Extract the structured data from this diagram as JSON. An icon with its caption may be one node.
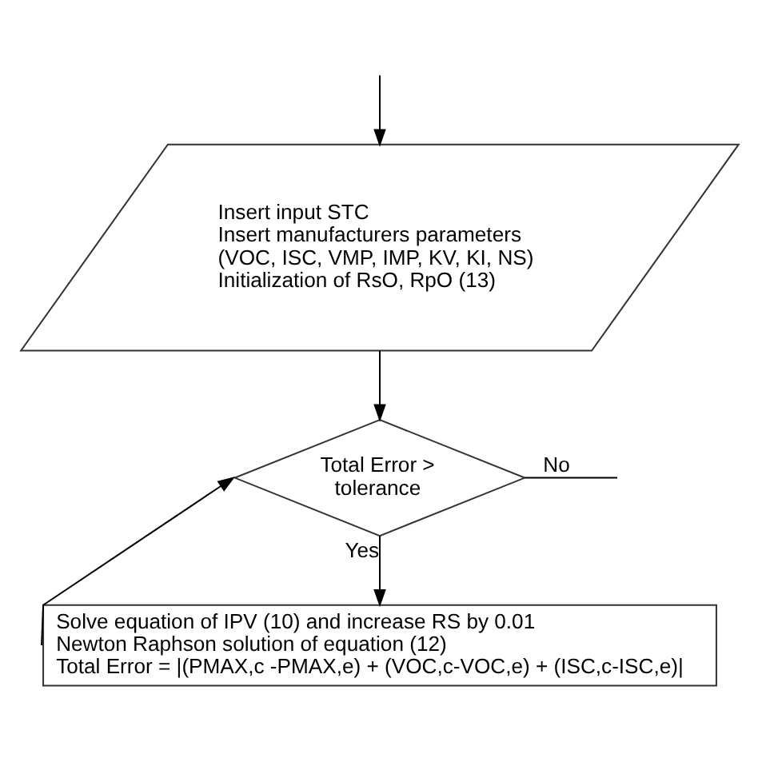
{
  "diagram": {
    "nodes": [
      {
        "text": [
          "Insert input STC",
          "Insert manufacturers parameters (VOC, ISC, VMP, IMP, KV, KI, NS)",
          "Initialization of RsO, RpO (13)"
        ]
      },
      {
        "text": [
          "Total Error > tolerance"
        ]
      },
      {
        "text": [
          "Solve equation of IPV (10) and increase RS by 0.01",
          "Newton Raphson solution of equation (12)",
          "Total Error = |(PMAX,c -PMAX,e) + (VOC,c-VOC,e) + (ISC,c-ISC,e)|"
        ]
      }
    ],
    "edges": [
      {
        "from": null,
        "to": 0,
        "arrow": "to"
      },
      {
        "from": 0,
        "to": 1,
        "arrow": "to"
      },
      {
        "from": 1,
        "to": 2,
        "arrow": "to",
        "label": "Yes"
      },
      {
        "from": 1,
        "to": null,
        "arrow": "none",
        "label": "No"
      },
      {
        "from": 2,
        "to": 1,
        "arrow": "to"
      }
    ]
  }
}
